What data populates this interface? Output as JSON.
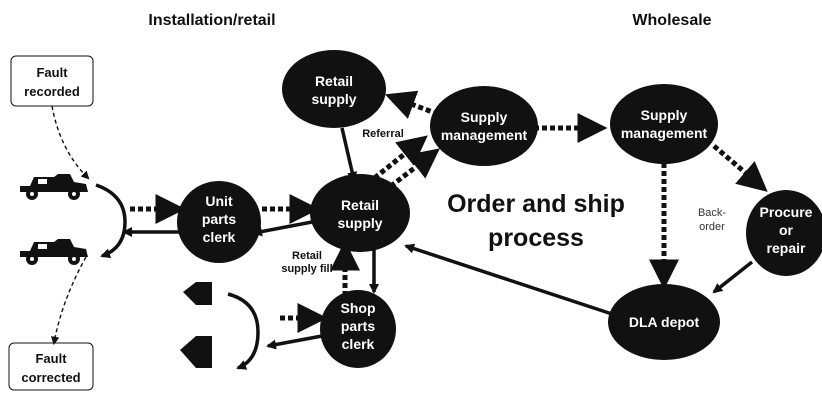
{
  "headers": {
    "left": "Installation/retail",
    "right": "Wholesale"
  },
  "center_label": {
    "line1": "Order and ship",
    "line2": "process"
  },
  "boxes": {
    "fault_recorded": [
      "Fault",
      "recorded"
    ],
    "fault_corrected": [
      "Fault",
      "corrected"
    ]
  },
  "nodes": {
    "retail_supply_top": [
      "Retail",
      "supply"
    ],
    "supply_mgmt_retail": [
      "Supply",
      "management"
    ],
    "supply_mgmt_wholesale": [
      "Supply",
      "management"
    ],
    "unit_parts_clerk": [
      "Unit",
      "parts",
      "clerk"
    ],
    "retail_supply_main": [
      "Retail",
      "supply"
    ],
    "procure_or_repair": [
      "Procure",
      "or",
      "repair"
    ],
    "shop_parts_clerk": [
      "Shop",
      "parts",
      "clerk"
    ],
    "dla_depot": [
      "DLA depot"
    ]
  },
  "edge_labels": {
    "referral": "Referral",
    "retail_supply_fill": [
      "Retail",
      "supply fill"
    ],
    "back_order": [
      "Back-",
      "order"
    ]
  },
  "icons": {
    "vehicle": "military-truck-icon",
    "repair_shop": "shop-parts-icon"
  }
}
